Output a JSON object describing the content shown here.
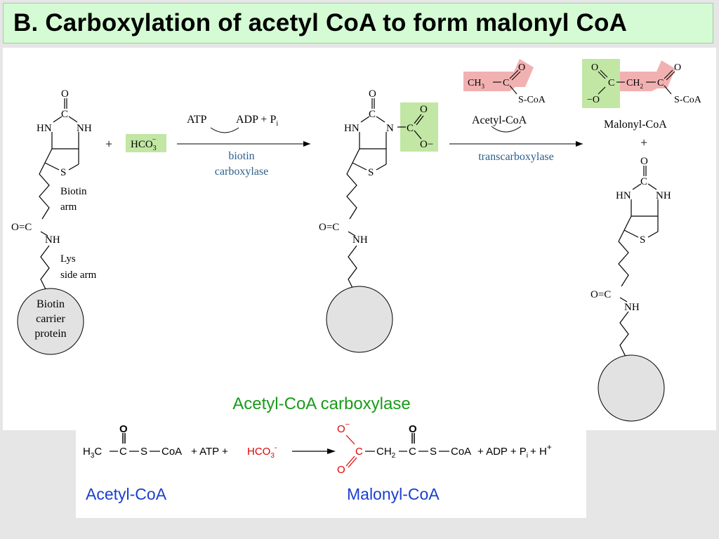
{
  "title": "B. Carboxylation of acetyl CoA to form malonyl CoA",
  "colors": {
    "title_bg": "#d4fbd4",
    "green_box": "#c2e6a4",
    "pink_box": "#f2b1b1",
    "enzyme_blue": "#2a5e8a",
    "eq_red": "#e00000",
    "eq_green": "#1a9a1a",
    "eq_blue": "#1a3fcf",
    "protein_fill": "#e2e2e2"
  },
  "biotin": {
    "carbonyl_o": "O",
    "ring_c": "C",
    "hn": "HN",
    "nh": "NH",
    "s": "S",
    "amide_oc": "O=C",
    "amide_nh": "NH",
    "n": "N",
    "c": "C"
  },
  "left": {
    "biotin_arm_label_1": "Biotin",
    "biotin_arm_label_2": "arm",
    "lys_label_1": "Lys",
    "lys_label_2": "side arm",
    "protein_1": "Biotin",
    "protein_2": "carrier",
    "protein_3": "protein",
    "plus": "+",
    "hco3": "HCO",
    "hco3_sub": "3",
    "hco3_sup": "−"
  },
  "step1": {
    "atp": "ATP",
    "adp": "ADP + P",
    "adp_sub": "i",
    "enzyme_1": "biotin",
    "enzyme_2": "carboxylase"
  },
  "middle": {
    "carboxyl_o": "O",
    "carboxyl_ominus": "O−"
  },
  "step2": {
    "acetyl_ch3": "CH",
    "acetyl_ch3_sub": "3",
    "acetyl_c": "C",
    "acetyl_o": "O",
    "acetyl_scoa": "S-CoA",
    "acetyl_label": "Acetyl-CoA",
    "enzyme": "transcarboxylase"
  },
  "right": {
    "o_top": "O",
    "c_left": "C",
    "o_minus": "−O",
    "ch2": "CH",
    "ch2_sub": "2",
    "c_right": "C",
    "o_right": "O",
    "scoa": "S-CoA",
    "label": "Malonyl-CoA",
    "plus": "+"
  },
  "equation": {
    "enzyme": "Acetyl-CoA carboxylase",
    "h3c_h": "H",
    "h3c_sub": "3",
    "h3c_c": "C",
    "c1": "C",
    "s1": "S",
    "coa1": "CoA",
    "plus_atp": "+ ATP +",
    "hco3": "HCO",
    "hco3_sub": "3",
    "hco3_sup": "-",
    "o_top": "O",
    "o_top_sup": "−",
    "o_bottom": "O",
    "c_carb": "C",
    "ch2": "CH",
    "ch2_sub": "2",
    "c2": "C",
    "s2": "S",
    "coa2": "CoA",
    "o_ketone1": "O",
    "o_ketone2": "O",
    "products": "+ ADP + P",
    "products_sub": "i",
    "plus_h": "+ H",
    "h_sup": "+",
    "label_left": "Acetyl-CoA",
    "label_right": "Malonyl-CoA"
  }
}
